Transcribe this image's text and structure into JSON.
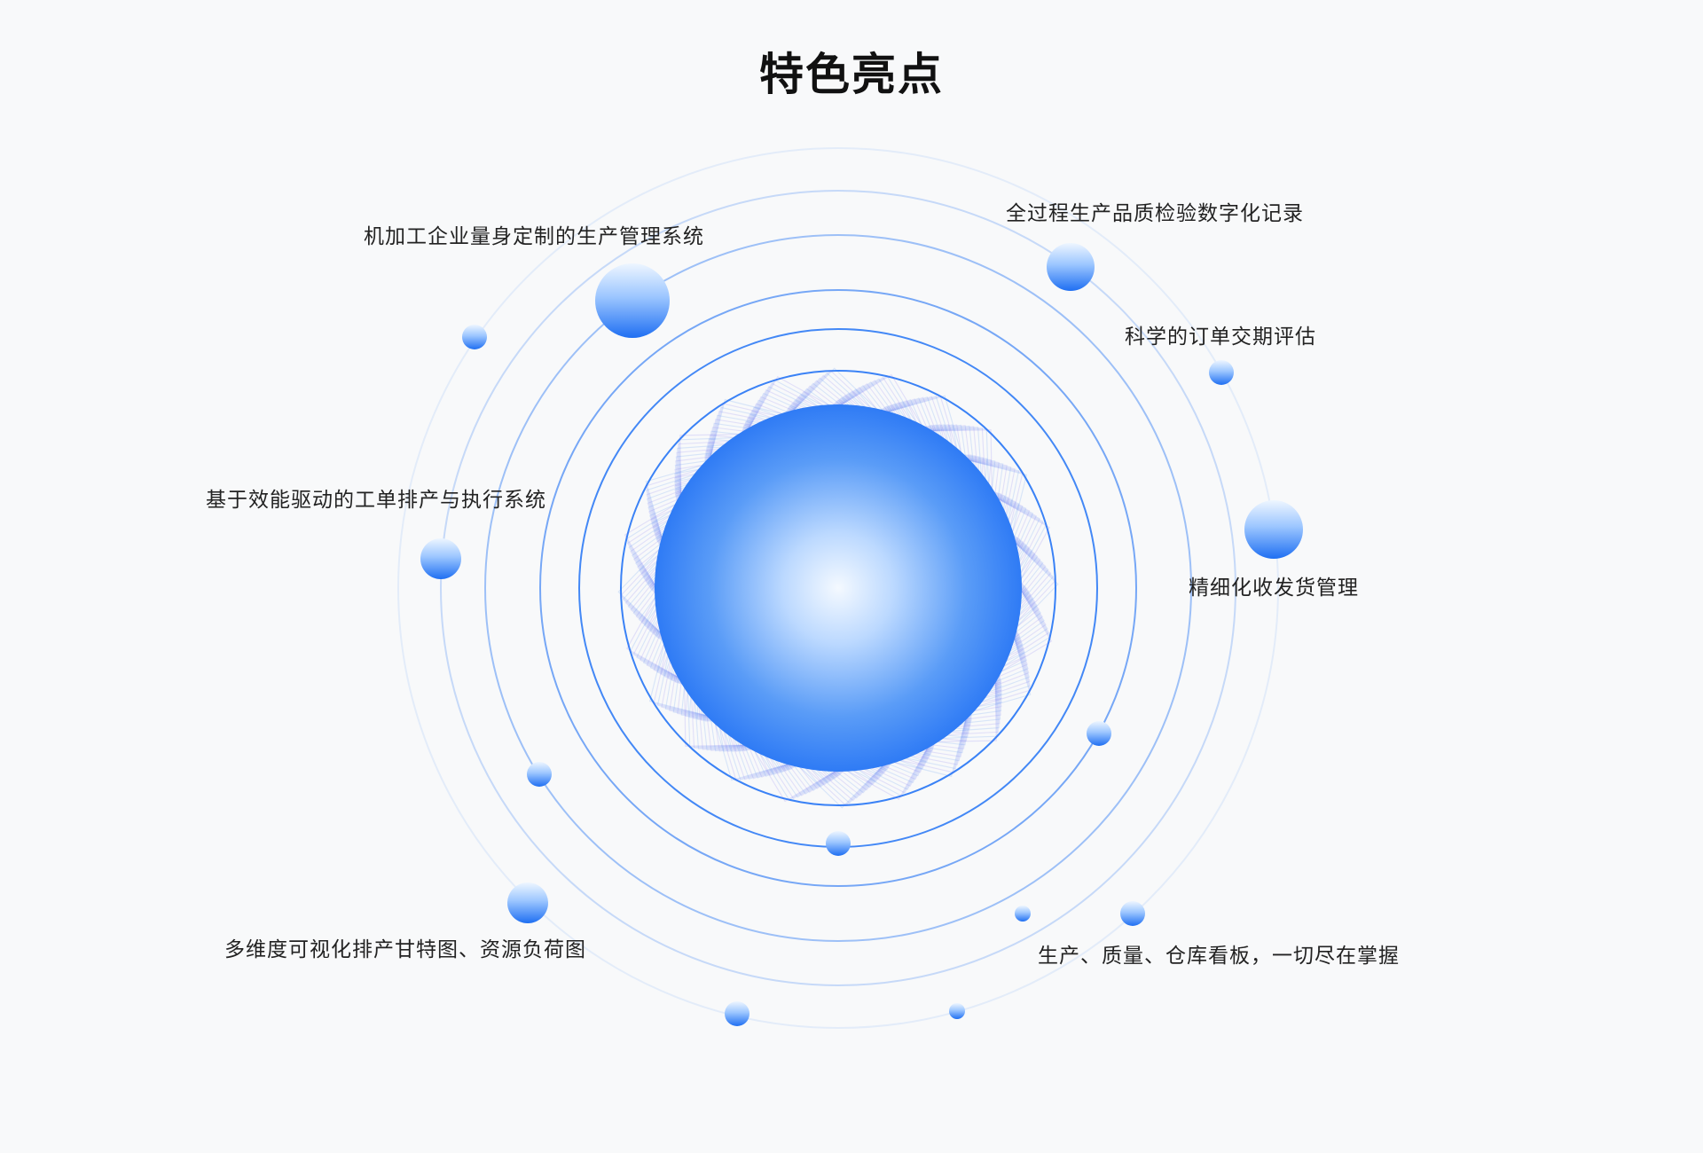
{
  "title": "特色亮点",
  "features": [
    "机加工企业量身定制的生产管理系统",
    "全过程生产品质检验数字化记录",
    "科学的订单交期评估",
    "基于效能驱动的工单排产与执行系统",
    "精细化收发货管理",
    "多维度可视化排产甘特图、资源负荷图",
    "生产、质量、仓库看板，一切尽在掌握"
  ],
  "colors": {
    "background": "#f8f9fa",
    "accent": "#2f7bf5",
    "light_accent": "#cfe3ff",
    "text": "#222222"
  }
}
